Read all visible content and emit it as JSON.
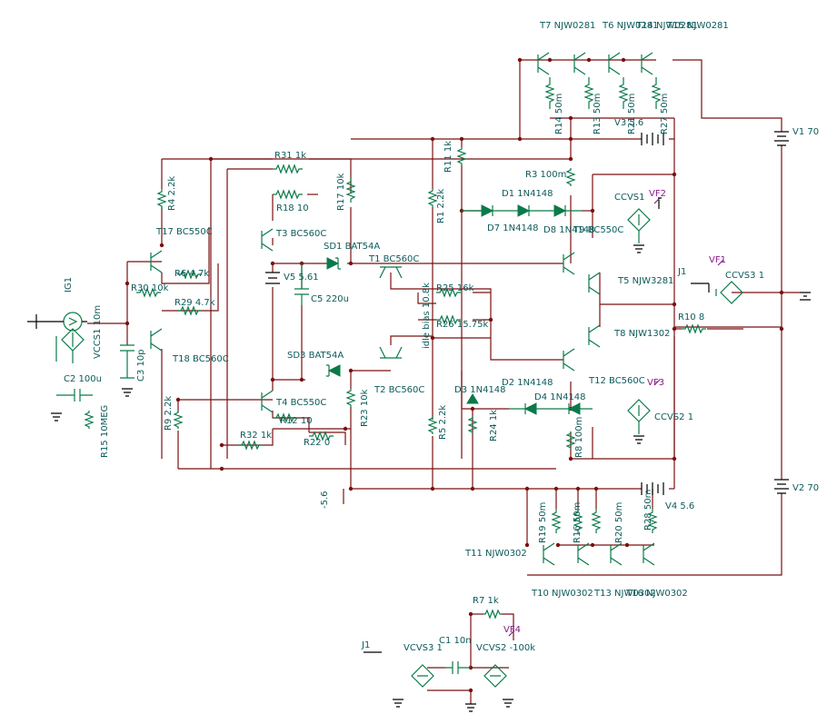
{
  "labels": {
    "T7": "T7 NJW0281",
    "T6": "T6 NJW0281",
    "T14": "T14 NJW0281",
    "T15": "T15 NJW0281",
    "R14": "R14 50m",
    "R13": "R13 50m",
    "R21": "R21 50m",
    "R27": "R27 50m",
    "V3": "V3 5.6",
    "V1": "V1 70",
    "V2": "V2 70",
    "R31": "R31 1k",
    "R4": "R4 2.2k",
    "R18": "R18 10",
    "R17": "R17 10k",
    "R11": "R11 1k",
    "R1": "R1 2.2k",
    "R3": "R3 100m",
    "T17": "T17 BC550C",
    "T3": "T3 BC560C",
    "D1": "D1 1N4148",
    "D7": "D7 1N4148",
    "D8": "D8 1N4148",
    "T9": "T9 BC550C",
    "CCVS1": "CCVS1",
    "VF2": "VF2",
    "SD1": "SD1 BAT54A",
    "V5": "V5 5.61",
    "T1": "T1 BC560C",
    "C5": "C5 220u",
    "R6": "R6 4.7k",
    "R30": "R30 10k",
    "R29": "R29 4.7k",
    "IG1": "IG1",
    "VCCS1": "VCCS1 10m",
    "C3": "C3 10p",
    "T18": "T18 BC560C",
    "C2": "C2 100u",
    "R15": "R15 10MEG",
    "R25": "R25 16k",
    "R26": "R26 15.75k",
    "idle": "idle bias 10.8k",
    "T5": "T5 NJW3281",
    "J1a": "J1",
    "VF1": "VF1",
    "CCVS3": "CCVS3 1",
    "R10": "R10 8",
    "T8": "T8 NJW1302",
    "SD3": "SD3 BAT54A",
    "T2": "T2 BC560C",
    "D2": "D2 1N4148",
    "D3": "D3 1N4148",
    "D4": "D4 1N4148",
    "T12": "T12 BC560C",
    "VF3": "VF3",
    "CCVS2": "CCVS2 1",
    "T4": "T4 BC550C",
    "R12": "R12 10",
    "R9": "R9 2.2k",
    "R32": "R32 1k",
    "R22": "R22 0",
    "R23": "R23 10k",
    "R5": "R5 2.2k",
    "R24": "R24 1k",
    "R8": "R8 100m",
    "neg": "-5.6",
    "R19": "R19 50m",
    "R16": "R16 50m",
    "R20": "R20 50m",
    "R28": "R28 50m",
    "V4": "V4 5.6",
    "T11": "T11 NJW0302",
    "T10": "T10 NJW0302",
    "T13": "T13 NJW0302",
    "T16": "T16 NJW0302",
    "R7": "R7 1k",
    "C1": "C1 10n",
    "VF4": "VF4",
    "J1b": "J1",
    "VCVS3": "VCVS3 1",
    "VCVS2": "VCVS2 -100k"
  }
}
